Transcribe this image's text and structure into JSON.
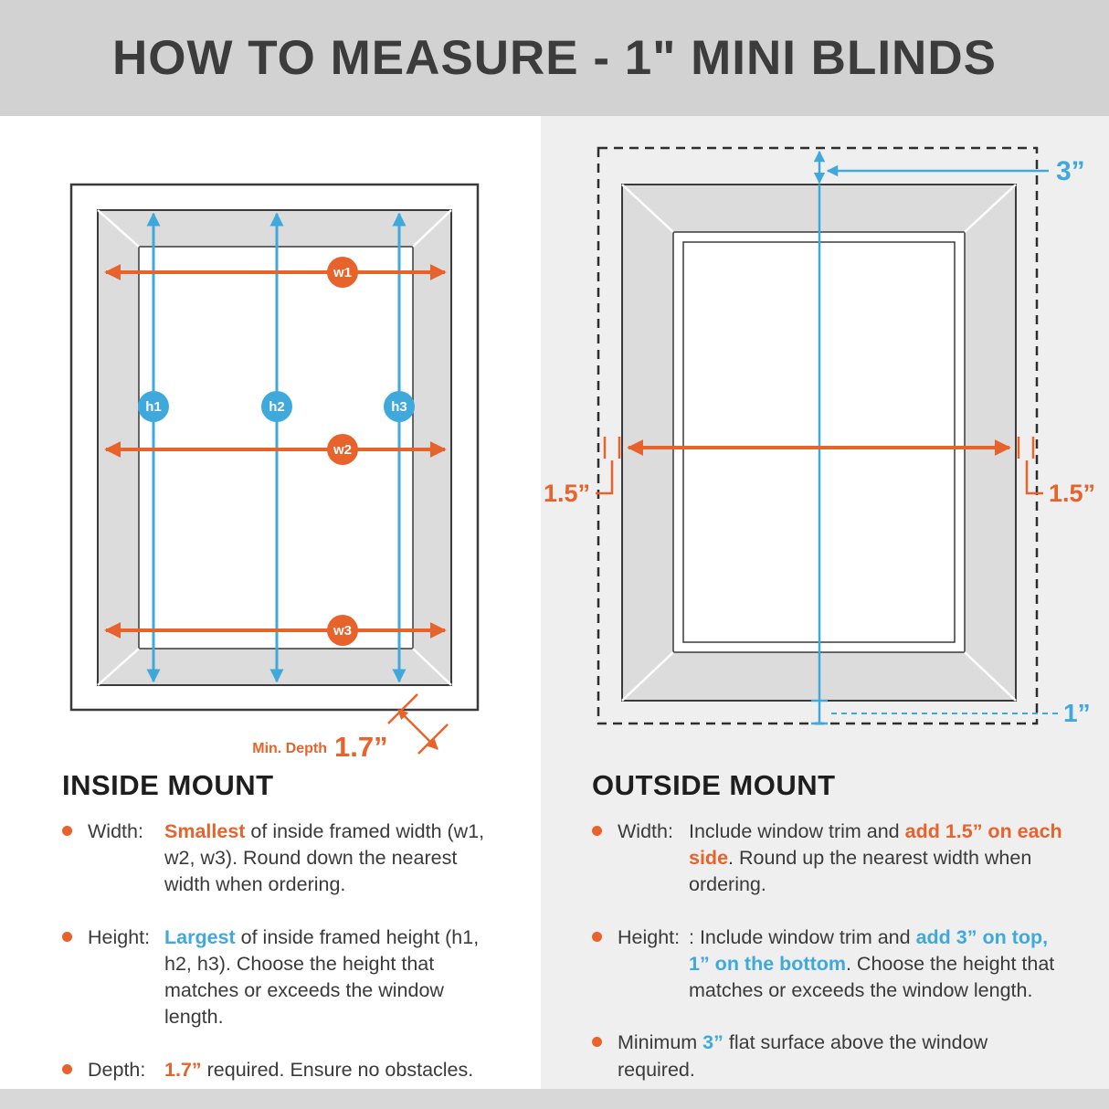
{
  "header": {
    "title": "HOW TO MEASURE - 1\" MINI BLINDS"
  },
  "colors": {
    "accent_orange": "#E8622C",
    "accent_blue": "#3FA9DC"
  },
  "inside": {
    "heading": "INSIDE MOUNT",
    "diagram": {
      "w1": "w1",
      "w2": "w2",
      "w3": "w3",
      "h1": "h1",
      "h2": "h2",
      "h3": "h3",
      "min_depth_label": "Min. Depth",
      "min_depth_value": "1.7”"
    },
    "items": {
      "width": {
        "label": "Width:",
        "highlight": "Smallest",
        "rest": " of inside framed width (w1, w2, w3). Round down the nearest width when ordering."
      },
      "height": {
        "label": "Height:",
        "highlight": "Largest",
        "rest": " of inside framed height (h1, h2, h3). Choose the height that matches or exceeds the window length."
      },
      "depth": {
        "label": "Depth:",
        "highlight": "1.7”",
        "rest": " required. Ensure no obstacles."
      }
    }
  },
  "outside": {
    "heading": "OUTSIDE MOUNT",
    "diagram": {
      "top_gap": "3”",
      "left_gap": "1.5”",
      "right_gap": "1.5”",
      "bottom_gap": "1”"
    },
    "items": {
      "width": {
        "label": "Width:",
        "pre": "Include window trim and ",
        "highlight": "add 1.5” on each side",
        "rest": ". Round up the nearest width when ordering."
      },
      "height": {
        "label": "Height:",
        "pre": ": Include window trim and ",
        "highlight": "add 3” on top, 1” on the bottom",
        "rest": ". Choose the height that matches or exceeds the window length."
      },
      "surface": {
        "pre": "Minimum ",
        "highlight": "3”",
        "rest": " flat surface above the window required."
      }
    }
  }
}
